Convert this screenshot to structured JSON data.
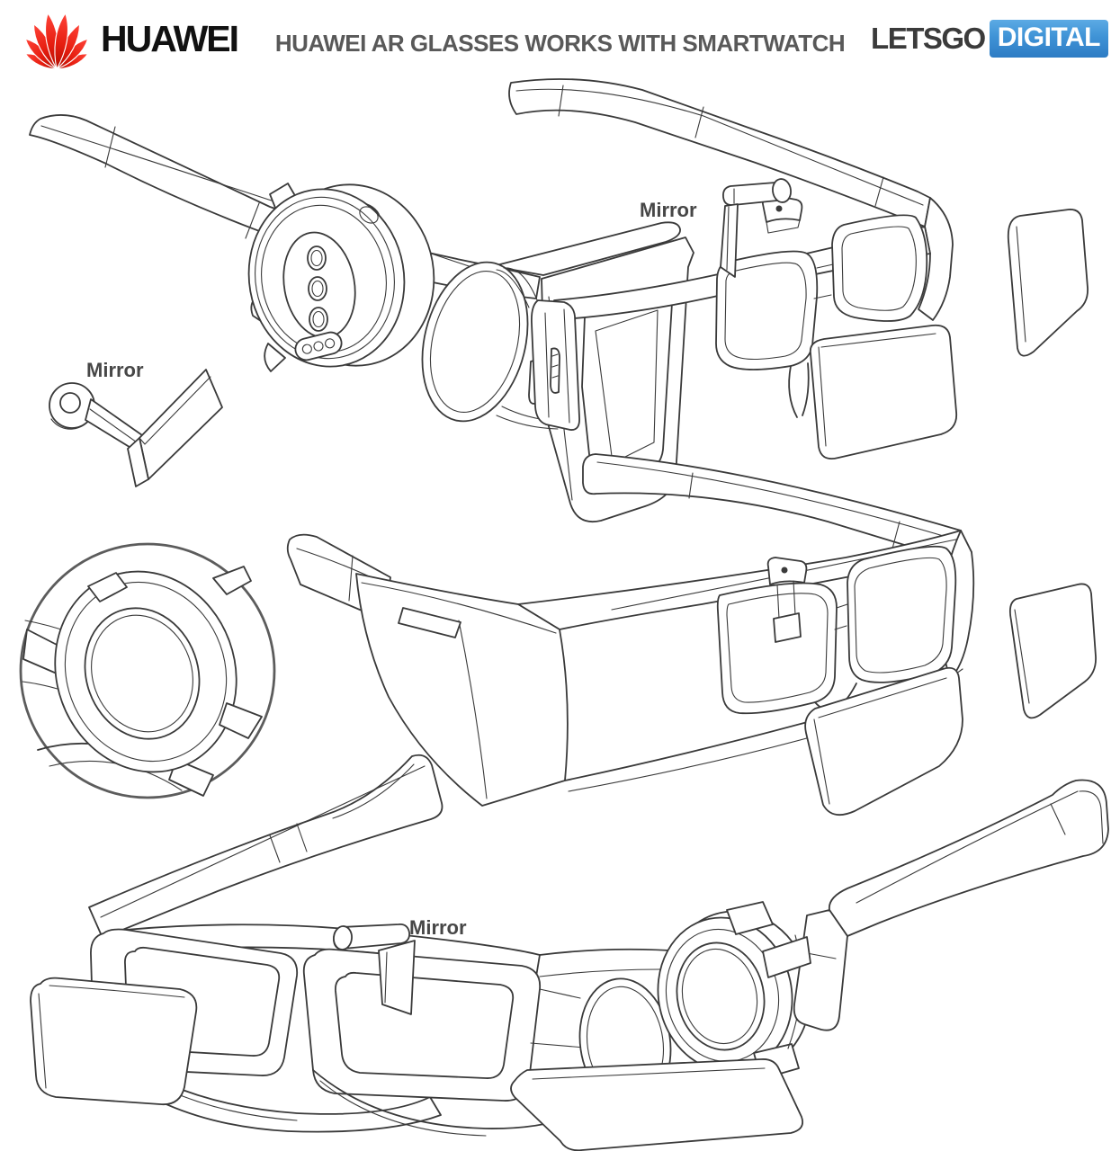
{
  "header": {
    "huawei_wordmark": "HUAWEI",
    "title": "HUAWEI AR GLASSES WORKS WITH SMARTWATCH",
    "letsgo": "LETSGO",
    "digital": "DIGITAL"
  },
  "annotations": {
    "mirror_top": "Mirror",
    "mirror_left": "Mirror",
    "mirror_bottom": "Mirror"
  },
  "icons": {
    "huawei_flower": "huawei-flower-icon"
  },
  "colors": {
    "huawei_red": "#E2231A",
    "wordmark_black": "#111111",
    "title_gray": "#595959",
    "letsgo_dark": "#3B3B3B",
    "digital_blue": "#3F93D6",
    "digital_text": "#FFFFFF",
    "drawing_line": "#3A3A3A",
    "background": "#FFFFFF"
  }
}
